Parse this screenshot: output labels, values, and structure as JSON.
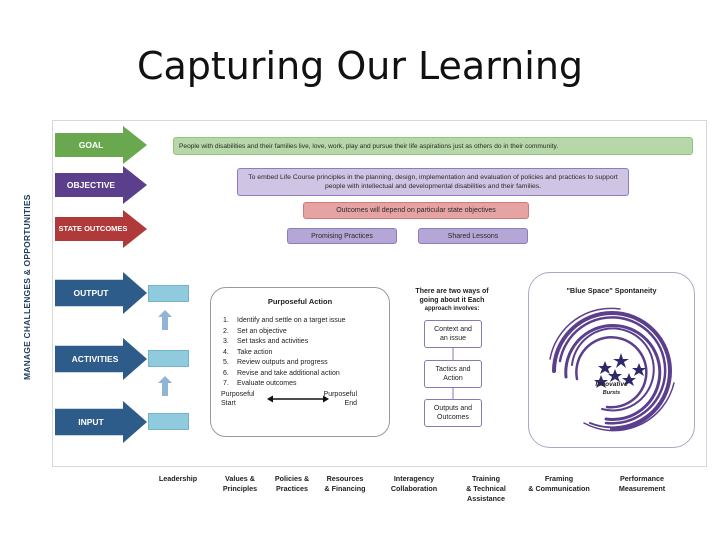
{
  "title": "Capturing Our Learning",
  "side_label": "MANAGE CHALLENGES & OPPORTUNITIES",
  "arrows": [
    {
      "label": "GOAL",
      "color": "#6aa84f"
    },
    {
      "label": "OBJECTIVE",
      "color": "#5b3f8c"
    },
    {
      "label": "STATE OUTCOMES",
      "color": "#b03a3a"
    },
    {
      "label": "OUTPUT",
      "color": "#2e5c8a"
    },
    {
      "label": "ACTIVITIES",
      "color": "#2e5c8a"
    },
    {
      "label": "INPUT",
      "color": "#2e5c8a"
    }
  ],
  "goal_text": "People with disabilities and their families live, love, work, play and pursue their life aspirations just as others do in their community.",
  "objective_text": "To embed Life Course principles in the planning, design, implementation and evaluation of policies and practices to support people with intellectual and developmental disabilities and their families.",
  "outcomes_text": "Outcomes will depend on particular state objectives",
  "promising_practices": "Promising Practices",
  "shared_lessons": "Shared Lessons",
  "purposeful_action": {
    "title": "Purposeful Action",
    "steps": [
      {
        "num": "1.",
        "text": "Identify and settle on a target issue"
      },
      {
        "num": "2.",
        "text": "Set an objective"
      },
      {
        "num": "3.",
        "text": "Set tasks and activities"
      },
      {
        "num": "4.",
        "text": "Take action"
      },
      {
        "num": "5.",
        "text": "Review outputs and progress"
      },
      {
        "num": "6.",
        "text": "Revise and take additional action"
      },
      {
        "num": "7.",
        "text": "Evaluate outcomes"
      }
    ],
    "start_line1": "Purposeful",
    "start_line2": "Start",
    "end_line1": "Purposeful",
    "end_line2": "End"
  },
  "two_ways": {
    "heading_line1": "There are two ways of",
    "heading_line2": "going about it  Each",
    "heading_line3": "approach involves:",
    "boxes": [
      {
        "line1": "Context and",
        "line2": "an issue"
      },
      {
        "line1": "Tactics and",
        "line2": "Action"
      },
      {
        "line1": "Outputs and",
        "line2": "Outcomes"
      }
    ]
  },
  "blue_space": {
    "title": "\"Blue Space\" Spontaneity",
    "label1": "Innovative",
    "label2": "Bursts",
    "accent": "#5b3f8c"
  },
  "bottom_labels": [
    {
      "line1": "Leadership",
      "line2": ""
    },
    {
      "line1": "Values &",
      "line2": "Principles"
    },
    {
      "line1": "Policies &",
      "line2": "Practices"
    },
    {
      "line1": "Resources",
      "line2": "& Financing"
    },
    {
      "line1": "Interagency",
      "line2": "Collaboration"
    },
    {
      "line1": "Training",
      "line2": "& Technical",
      "line3": "Assistance"
    },
    {
      "line1": "Framing",
      "line2": "& Communication"
    },
    {
      "line1": "Performance",
      "line2": "Measurement"
    }
  ]
}
